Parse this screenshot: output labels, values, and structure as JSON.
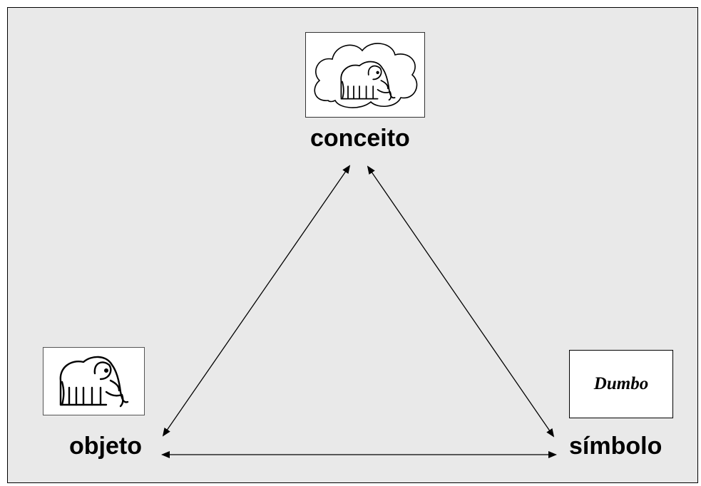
{
  "diagram": {
    "nodes": {
      "conceito": {
        "label": "conceito",
        "picture": "elephant-in-cloud"
      },
      "objeto": {
        "label": "objeto",
        "picture": "elephant"
      },
      "simbolo": {
        "label": "símbolo",
        "word": "Dumbo"
      }
    },
    "edges": [
      {
        "from": "objeto",
        "to": "conceito",
        "style": "double-arrow"
      },
      {
        "from": "simbolo",
        "to": "conceito",
        "style": "double-arrow"
      },
      {
        "from": "objeto",
        "to": "simbolo",
        "style": "double-arrow"
      }
    ],
    "colors": {
      "background": "#e9e9e9",
      "stroke": "#000000",
      "box": "#ffffff"
    }
  }
}
